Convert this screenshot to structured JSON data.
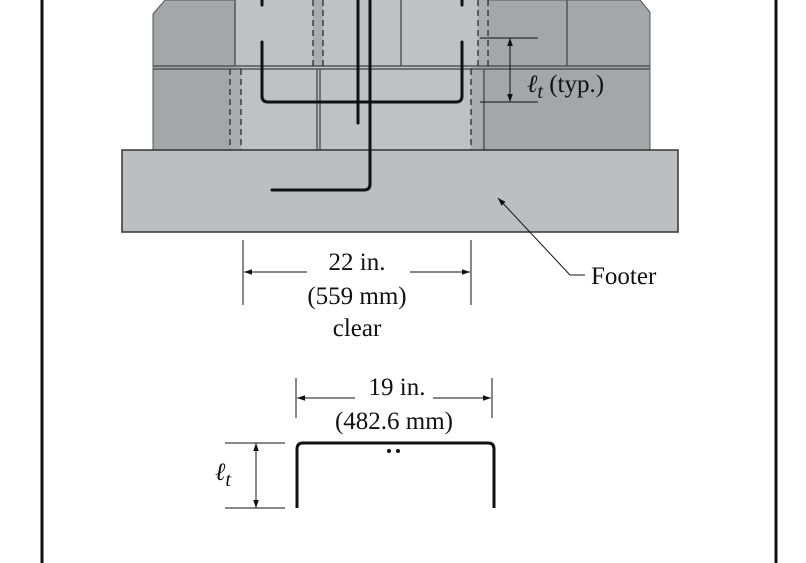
{
  "colors": {
    "block_dark": "#a4a6a8",
    "block_light": "#bfc1c3",
    "footer": "#bcbec0",
    "line": "#111111"
  },
  "labels": {
    "lt_typ_symbol": "ℓ",
    "lt_typ_sub": "t",
    "lt_typ_suffix": " (typ.)",
    "footer": "Footer",
    "clear_dim_in": "22 in.",
    "clear_dim_mm": "(559 mm)",
    "clear_word": "clear",
    "bar_dim_in": "19 in.",
    "bar_dim_mm": "(482.6 mm)",
    "lt_symbol": "ℓ",
    "lt_sub": "t"
  }
}
